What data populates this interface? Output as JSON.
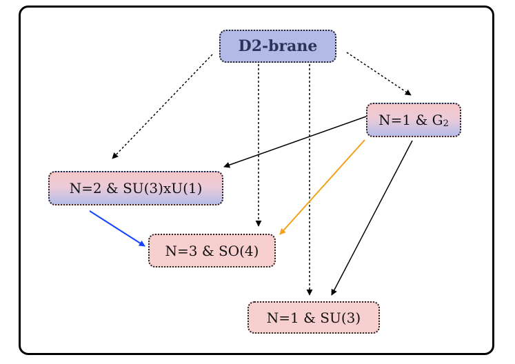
{
  "nodes": {
    "d2_brane": "D2-brane",
    "n1_g2": {
      "main": "N=1 & G",
      "sub": "2"
    },
    "n2_su3u1": "N=2 & SU(3)xU(1)",
    "n3_so4": "N=3 & SO(4)",
    "n1_su3": "N=1 & SU(3)"
  },
  "colors": {
    "black_arrow": "#000000",
    "orange_arrow": "#f4a018",
    "blue_arrow": "#1442ff",
    "pink_node": "#f7cfcf",
    "blue_node": "#b4bae6"
  },
  "edges": [
    {
      "from": "D2-brane",
      "to": "N=1 & G2",
      "style": "dotted",
      "color": "black"
    },
    {
      "from": "D2-brane",
      "to": "N=2 & SU(3)xU(1)",
      "style": "dotted",
      "color": "black"
    },
    {
      "from": "D2-brane",
      "to": "N=3 & SO(4)",
      "style": "dotted",
      "color": "black"
    },
    {
      "from": "D2-brane",
      "to": "N=1 & SU(3)",
      "style": "dotted",
      "color": "black"
    },
    {
      "from": "N=1 & G2",
      "to": "N=2 & SU(3)xU(1)",
      "style": "solid",
      "color": "black"
    },
    {
      "from": "N=1 & G2",
      "to": "N=3 & SO(4)",
      "style": "solid",
      "color": "orange"
    },
    {
      "from": "N=1 & G2",
      "to": "N=1 & SU(3)",
      "style": "solid",
      "color": "black"
    },
    {
      "from": "N=2 & SU(3)xU(1)",
      "to": "N=3 & SO(4)",
      "style": "solid",
      "color": "blue"
    }
  ]
}
